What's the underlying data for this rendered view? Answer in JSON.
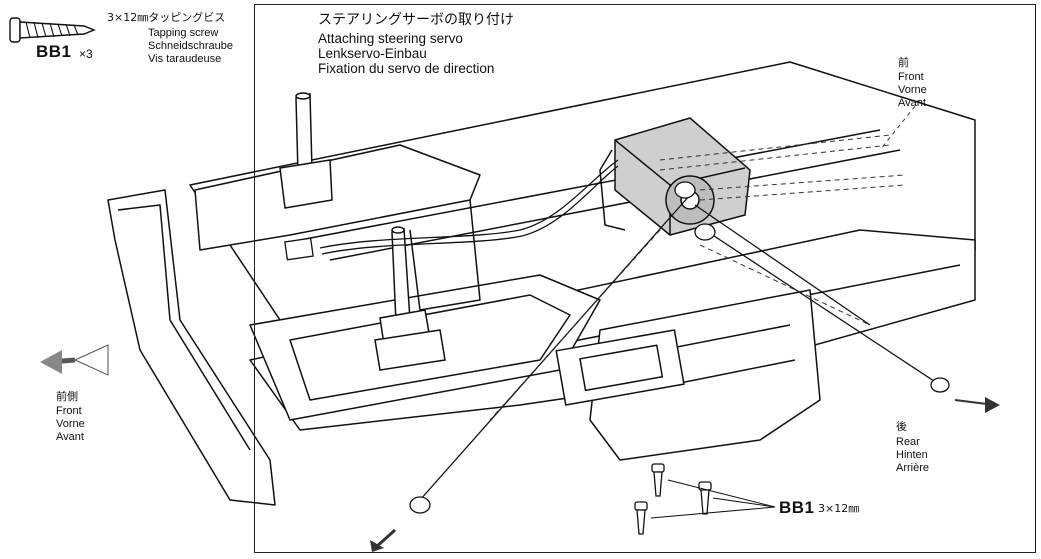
{
  "parts_callout": {
    "spec_jp": "3×12㎜タッピングビス",
    "names": [
      "Tapping screw",
      "Schneidschraube",
      "Vis taraudeuse"
    ],
    "code": "BB1",
    "quantity": "×3"
  },
  "step_title": {
    "jp": "ステアリングサーボの取り付け",
    "lines": [
      "Attaching steering servo",
      "Lenkservo-Einbau",
      "Fixation du servo de direction"
    ]
  },
  "direction_front_top": {
    "jp": "前",
    "lines": [
      "Front",
      "Vorne",
      "Avant"
    ]
  },
  "direction_front_left": {
    "jp": "前側",
    "lines": [
      "Front",
      "Vorne",
      "Avant"
    ]
  },
  "direction_rear": {
    "jp": "後",
    "lines": [
      "Rear",
      "Hinten",
      "Arrière"
    ]
  },
  "screw_label": {
    "code": "BB1",
    "size": "3×12㎜"
  }
}
